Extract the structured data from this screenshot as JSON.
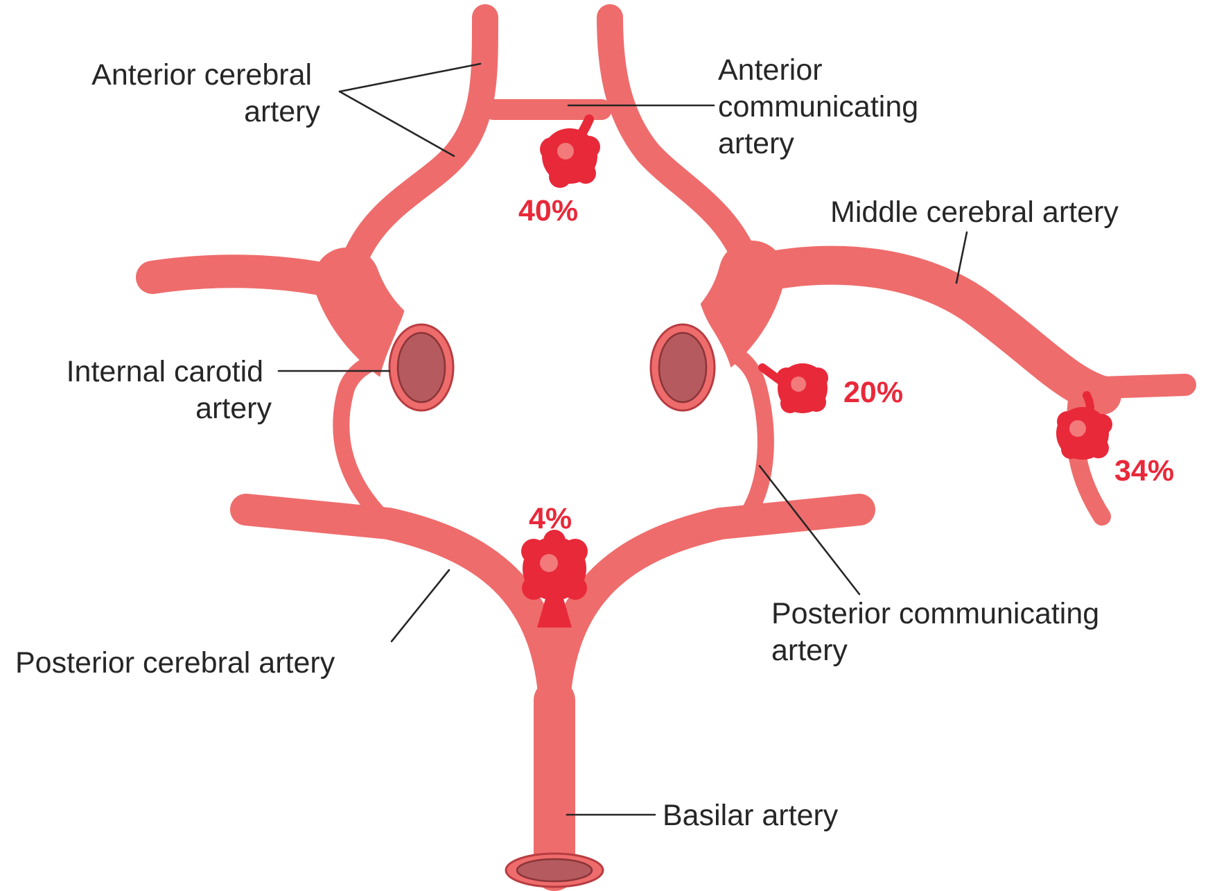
{
  "labels": {
    "anterior_cerebral": [
      "Anterior cerebral",
      "artery"
    ],
    "anterior_communicating": [
      "Anterior",
      "communicating",
      "artery"
    ],
    "middle_cerebral": [
      "Middle cerebral artery"
    ],
    "internal_carotid": [
      "Internal carotid",
      "artery"
    ],
    "posterior_communicating": [
      "Posterior communicating",
      "artery"
    ],
    "posterior_cerebral": [
      "Posterior cerebral artery"
    ],
    "basilar": [
      "Basilar artery"
    ]
  },
  "aneurysm_sites": {
    "anterior_communicating": "40%",
    "posterior_communicating": "20%",
    "middle_cerebral": "34%",
    "basilar_tip": "4%"
  },
  "colors": {
    "vessel_fill": "#ef6c6c",
    "vessel_outline": "#b73c41",
    "aneurysm": "#e8293a",
    "text": "#262626"
  }
}
